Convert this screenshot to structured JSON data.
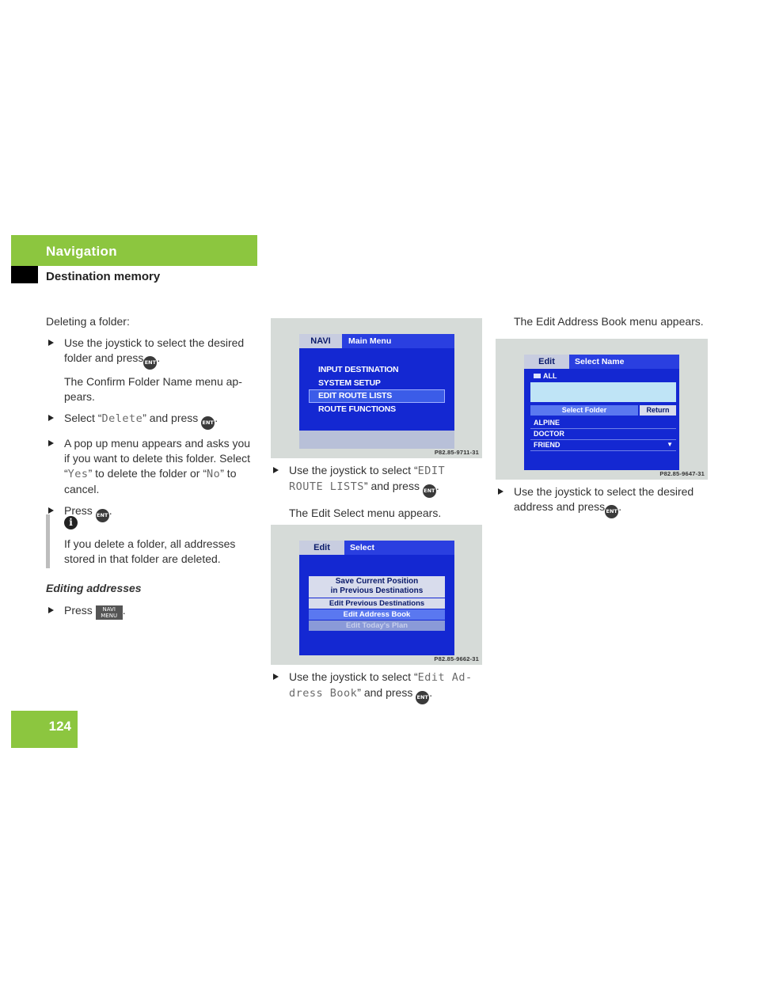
{
  "header": {
    "section": "Navigation",
    "subsection": "Destination memory"
  },
  "page_number": "124",
  "col1": {
    "intro": "Deleting a folder:",
    "step1": "Use the joystick to select the desired folder and press",
    "step1_note": "The Confirm Folder Name menu ap-pears.",
    "step2_prefix": "Select “",
    "step2_code": "Delete",
    "step2_suffix": "” and press",
    "step3_a": "A pop up menu appears and asks you if you want to delete this folder. Select “",
    "step3_yes": "Yes",
    "step3_b": "” to delete the folder or “",
    "step3_no": "No",
    "step3_c": "” to cancel.",
    "step4": "Press",
    "note": "If you delete a folder, all addresses stored in that folder are deleted.",
    "section_title": "Editing addresses",
    "step5": "Press"
  },
  "keys": {
    "ent": "ENT",
    "navi_top": "NAVI",
    "navi_bottom": "MENU",
    "info": "i"
  },
  "col2": {
    "step1_prefix": "Use the joystick to select “",
    "step1_code_a": "EDIT",
    "step1_code_b": "ROUTE LISTS",
    "step1_suffix": "” and press",
    "step1_note": "The Edit Select menu appears.",
    "step2_prefix": "Use the joystick to select “",
    "step2_code_a": "Edit Ad-",
    "step2_code_b": "dress Book",
    "step2_suffix": "” and press"
  },
  "col3": {
    "intro": "The Edit Address Book menu appears.",
    "step1": "Use the joystick to select the desired address and press"
  },
  "screen1": {
    "tab": "NAVI",
    "title": "Main Menu",
    "items": [
      "INPUT DESTINATION",
      "SYSTEM SETUP",
      "EDIT ROUTE LISTS",
      "ROUTE FUNCTIONS"
    ],
    "caption": "P82.85-9711-31"
  },
  "screen2": {
    "tab": "Edit",
    "title": "Select",
    "box_line1": "Save Current Position",
    "box_line2": "in Previous Destinations",
    "items": [
      "Edit Previous Destinations",
      "Edit Address Book",
      "Edit Today's Plan"
    ],
    "caption": "P82.85-9662-31"
  },
  "screen3": {
    "tab": "Edit",
    "title": "Select Name",
    "folder": "ALL",
    "select_folder": "Select Folder",
    "return": "Return",
    "rows": [
      "ALPINE",
      "DOCTOR",
      "FRIEND"
    ],
    "caption": "P82.85-9647-31"
  },
  "colors": {
    "accent_green": "#8cc63f",
    "screen_blue": "#1428d2"
  }
}
